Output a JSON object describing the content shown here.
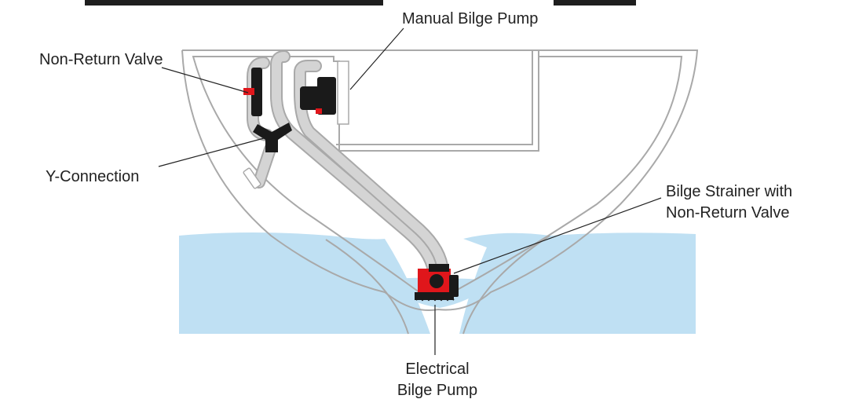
{
  "labels": {
    "manual_pump": "Manual Bilge Pump",
    "non_return_valve": "Non-Return Valve",
    "y_connection": "Y-Connection",
    "strainer_line1": "Bilge Strainer with",
    "strainer_line2": "Non-Return Valve",
    "electrical_line1": "Electrical",
    "electrical_line2": "Bilge Pump"
  },
  "colors": {
    "water": "#bfe0f3",
    "hull_outline": "#a9a9a9",
    "hose": "#c8c8c8",
    "pump_red": "#e0161b",
    "fitting_dark": "#1a1a1a",
    "text": "#222222"
  },
  "icons": {
    "manual_pump": "manual-pump-icon",
    "non_return_valve": "valve-icon",
    "electric_pump": "electric-pump-icon",
    "strainer": "strainer-icon"
  }
}
